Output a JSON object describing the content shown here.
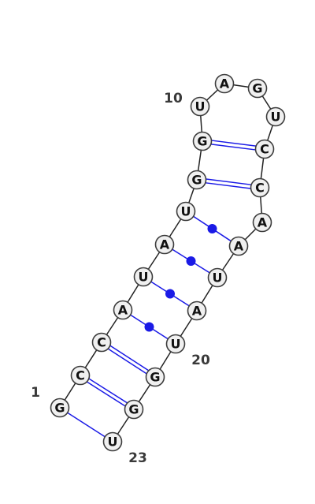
{
  "sequence": [
    "G",
    "C",
    "C",
    "A",
    "U",
    "A",
    "U",
    "G",
    "G",
    "U",
    "A",
    "G",
    "U",
    "C",
    "C",
    "A",
    "A",
    "U",
    "A",
    "U",
    "G",
    "G",
    "U"
  ],
  "position_labels": [
    {
      "index": 1,
      "text": "1"
    },
    {
      "index": 10,
      "text": "10"
    },
    {
      "index": 20,
      "text": "20"
    },
    {
      "index": 23,
      "text": "23"
    }
  ],
  "pairs": [
    {
      "i": 1,
      "j": 23,
      "type": "single"
    },
    {
      "i": 2,
      "j": 22,
      "type": "double"
    },
    {
      "i": 3,
      "j": 21,
      "type": "double"
    },
    {
      "i": 4,
      "j": 20,
      "type": "dot"
    },
    {
      "i": 5,
      "j": 19,
      "type": "dot"
    },
    {
      "i": 6,
      "j": 18,
      "type": "dot"
    },
    {
      "i": 7,
      "j": 17,
      "type": "dot"
    },
    {
      "i": 8,
      "j": 15,
      "type": "double"
    },
    {
      "i": 9,
      "j": 14,
      "type": "double"
    }
  ],
  "colors": {
    "pair": "#1a1ae6",
    "backbone": "#222222",
    "circle_fill": "#f0f0f0",
    "circle_stroke": "#3c3c3c"
  }
}
